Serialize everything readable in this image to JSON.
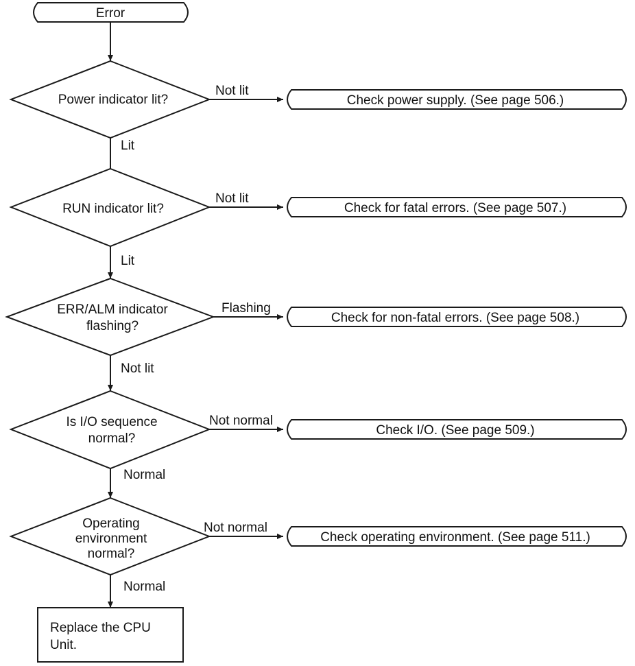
{
  "start": {
    "label": "Error"
  },
  "decisions": [
    {
      "lines": [
        "Power indicator lit?"
      ],
      "branch_label": "Not lit",
      "action": "Check power supply.  (See page 506.)",
      "continue_label": "Lit"
    },
    {
      "lines": [
        "RUN indicator lit?"
      ],
      "branch_label": "Not lit",
      "action": "Check for fatal errors.  (See page 507.)",
      "continue_label": "Lit"
    },
    {
      "lines": [
        "ERR/ALM indicator",
        "flashing?"
      ],
      "branch_label": "Flashing",
      "action": "Check for non-fatal errors.  (See page 508.)",
      "continue_label": "Not lit"
    },
    {
      "lines": [
        "Is I/O sequence",
        "normal?"
      ],
      "branch_label": "Not normal",
      "action": "Check I/O.  (See page 509.)",
      "continue_label": "Normal"
    },
    {
      "lines": [
        "Operating",
        "environment",
        "normal?"
      ],
      "branch_label": "Not normal",
      "action": "Check operating environment. (See page 511.)",
      "continue_label": "Normal"
    }
  ],
  "end": {
    "lines": [
      "Replace the CPU",
      "Unit."
    ]
  }
}
